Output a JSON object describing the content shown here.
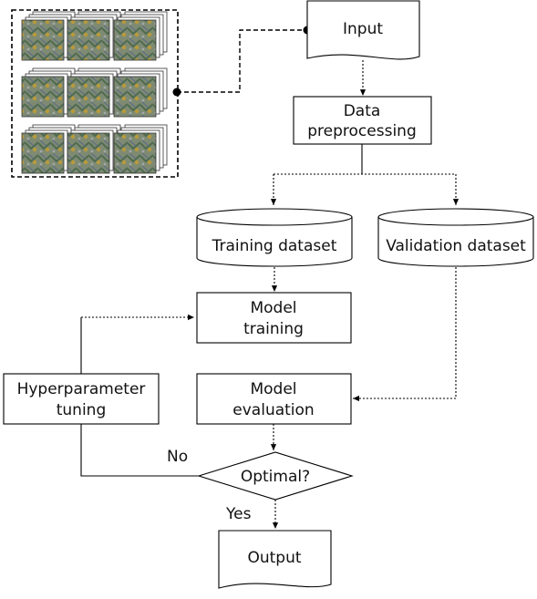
{
  "nodes": {
    "input": "Input",
    "preprocessing": [
      "Data",
      "preprocessing"
    ],
    "training_dataset": "Training dataset",
    "validation_dataset": "Validation dataset",
    "model_training": [
      "Model",
      "training"
    ],
    "model_evaluation": [
      "Model",
      "evaluation"
    ],
    "hyperparameter_tuning": [
      "Hyperparameter",
      "tuning"
    ],
    "decision": "Optimal?",
    "output": "Output"
  },
  "edge_labels": {
    "no": "No",
    "yes": "Yes"
  }
}
